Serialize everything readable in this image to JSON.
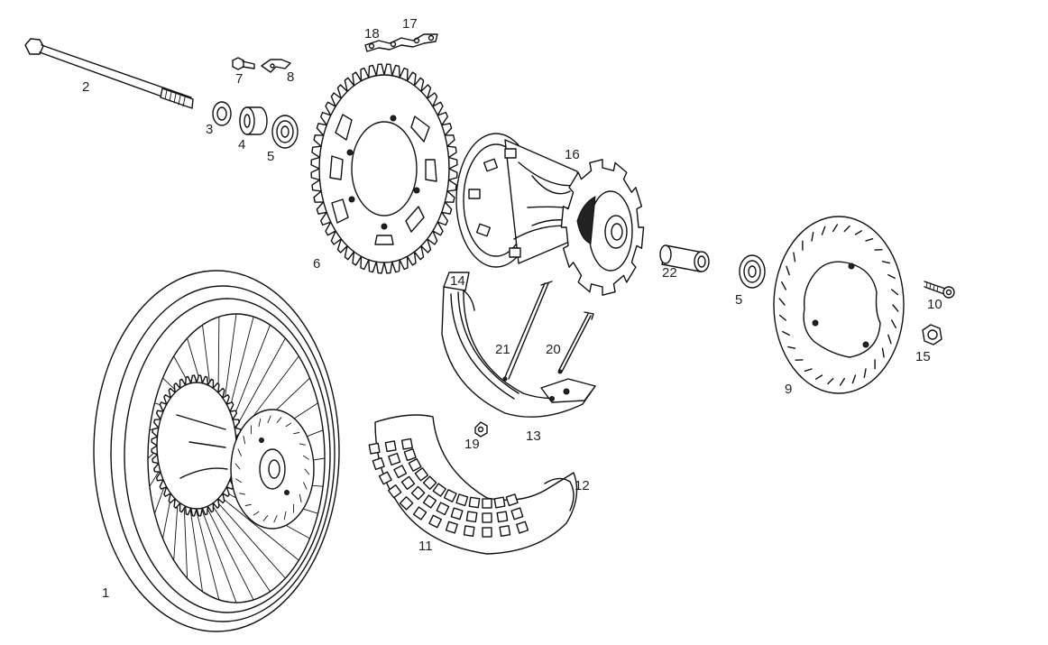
{
  "labels": {
    "wheel": "1",
    "axle": "2",
    "seal": "3",
    "spacer_left": "4",
    "bearing_left": "5",
    "bearing_right": "5",
    "sprocket": "6",
    "bolt_sprocket": "7",
    "lock_plate": "8",
    "brake_disc": "9",
    "bolt_disc": "10",
    "tyre": "11",
    "tube": "12",
    "rim": "13",
    "rim_tape": "14",
    "nut": "15",
    "hub": "16",
    "nipple_a": "17",
    "nipple_b": "18",
    "valve_nut": "19",
    "spoke_a": "20",
    "spoke_b": "21",
    "hub_spacer": "22"
  }
}
